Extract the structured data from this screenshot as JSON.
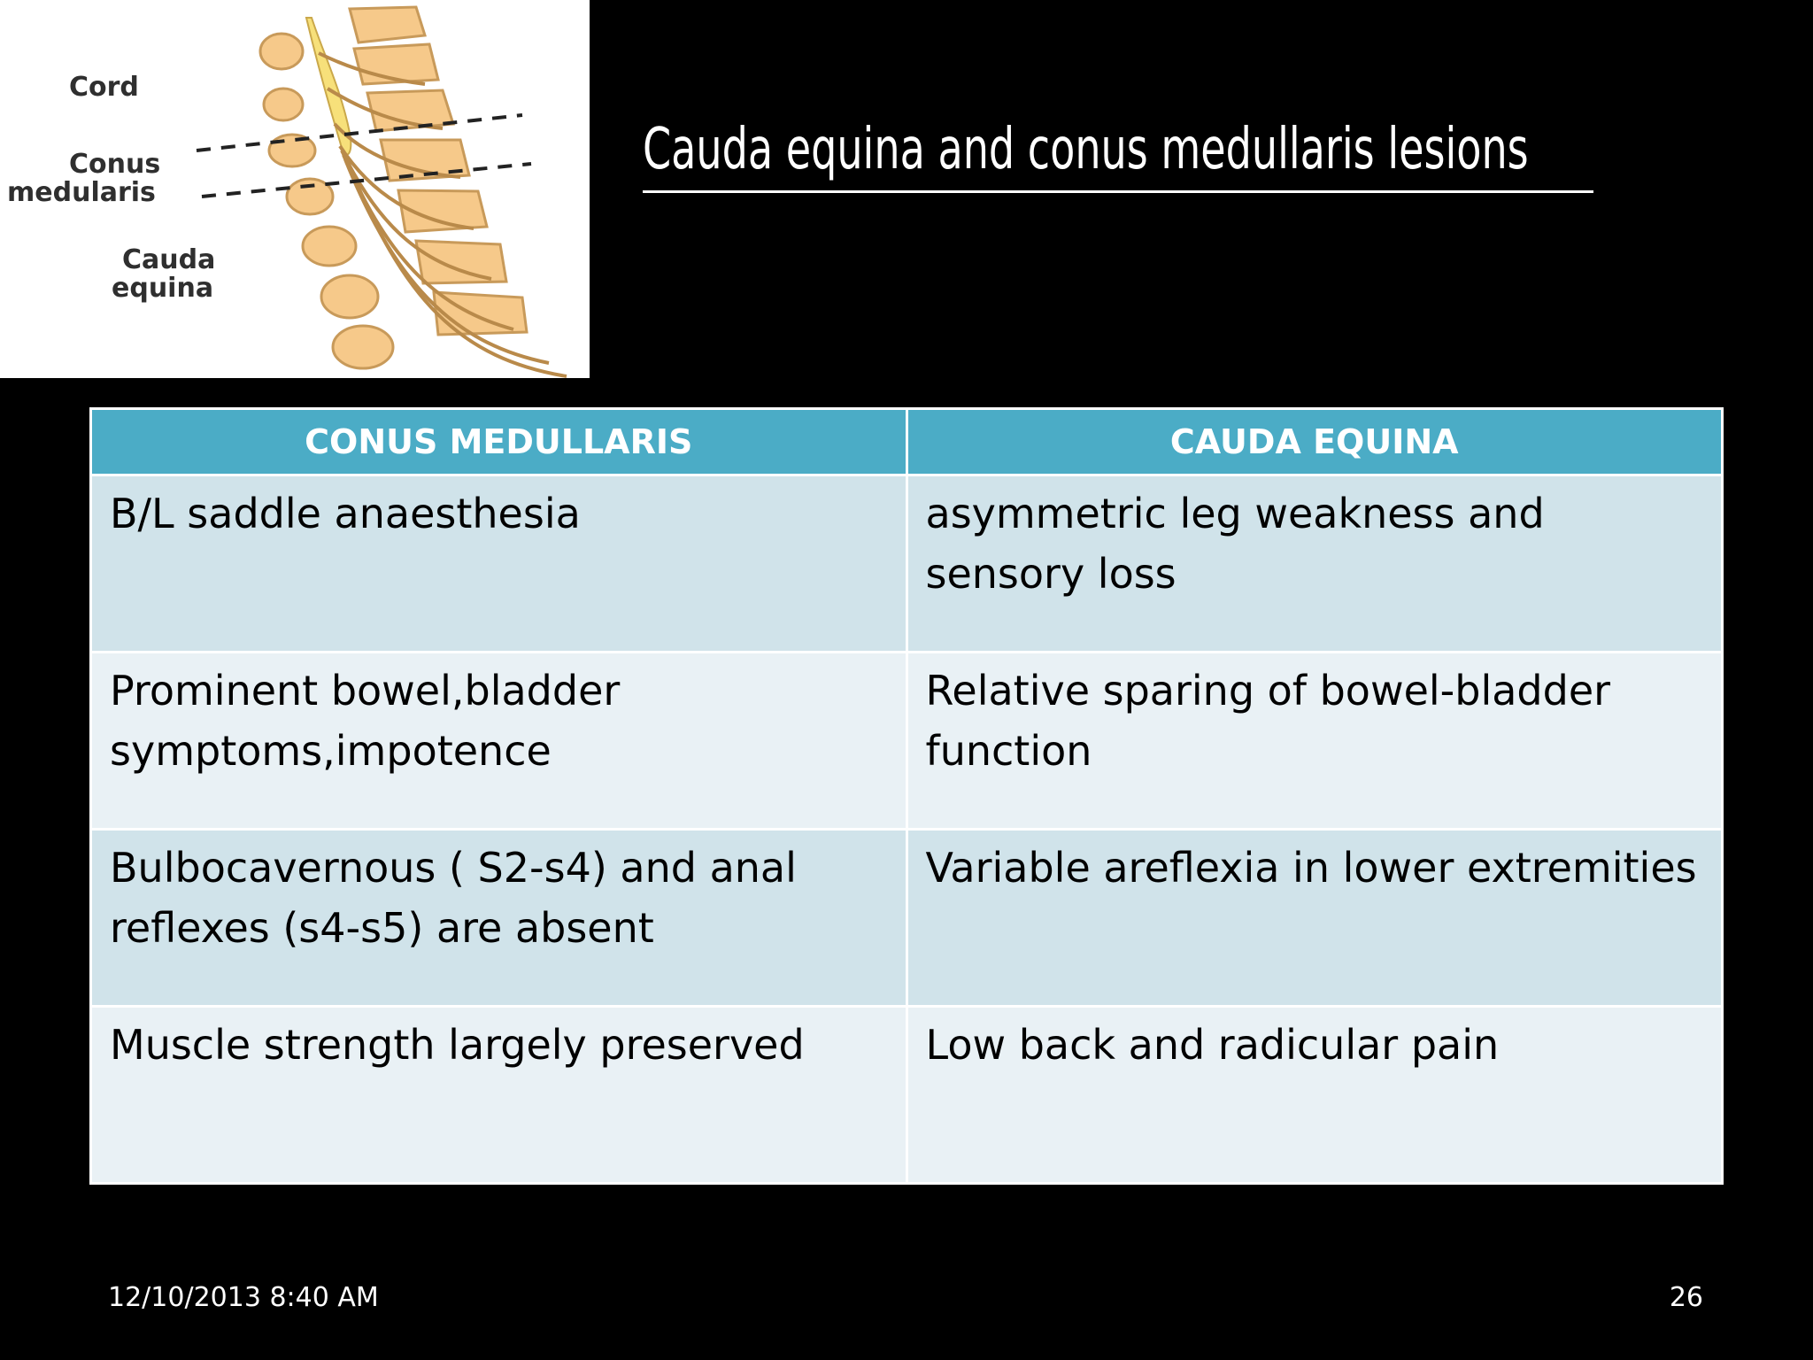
{
  "figure": {
    "labels": {
      "cord": "Cord",
      "conus_line1": "Conus",
      "conus_line2": "medularis",
      "cauda_line1": "Cauda",
      "cauda_line2": "equina"
    }
  },
  "title": "Cauda equina and conus medullaris lesions",
  "table": {
    "headers": [
      "CONUS MEDULLARIS",
      "CAUDA EQUINA"
    ],
    "rows": [
      [
        "B/L saddle anaesthesia",
        " asymmetric leg weakness and sensory loss"
      ],
      [
        "Prominent bowel,bladder symptoms,impotence",
        "Relative sparing of bowel-bladder function"
      ],
      [
        "Bulbocavernous ( S2-s4) and anal reflexes (s4-s5) are absent",
        "Variable areflexia in lower extremities"
      ],
      [
        "Muscle strength largely preserved",
        "Low back and radicular pain"
      ]
    ]
  },
  "footer": {
    "date": "12/10/2013 8:40 AM",
    "page_number": "26"
  },
  "colors": {
    "header_bg": "#4bacc6",
    "row_dark": "#d0e3ea",
    "row_light": "#e9f1f5",
    "background": "#000000"
  }
}
